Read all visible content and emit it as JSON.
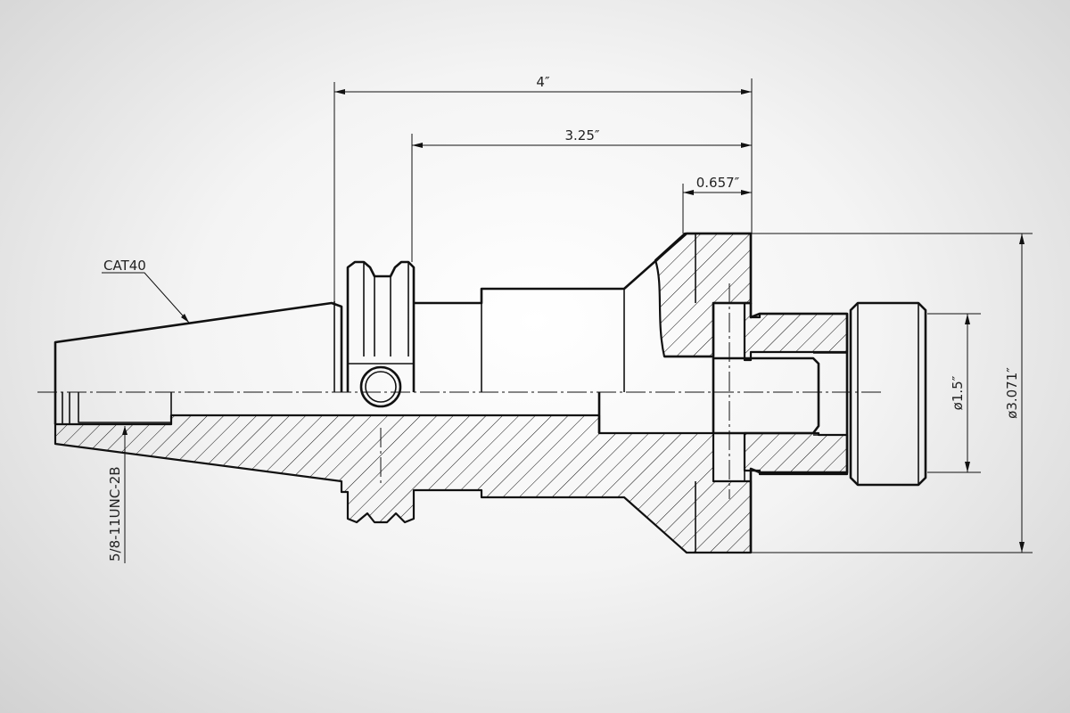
{
  "labels": {
    "overall_length": "4″",
    "gauge_length": "3.25″",
    "flange_length": "0.657″",
    "taper": "CAT40",
    "thread": "5/8-11UNC-2B",
    "pilot_diameter": "ø1.5″",
    "flange_diameter": "ø3.071″"
  },
  "colors": {
    "line": "#111111",
    "background": "#ebebeb"
  }
}
